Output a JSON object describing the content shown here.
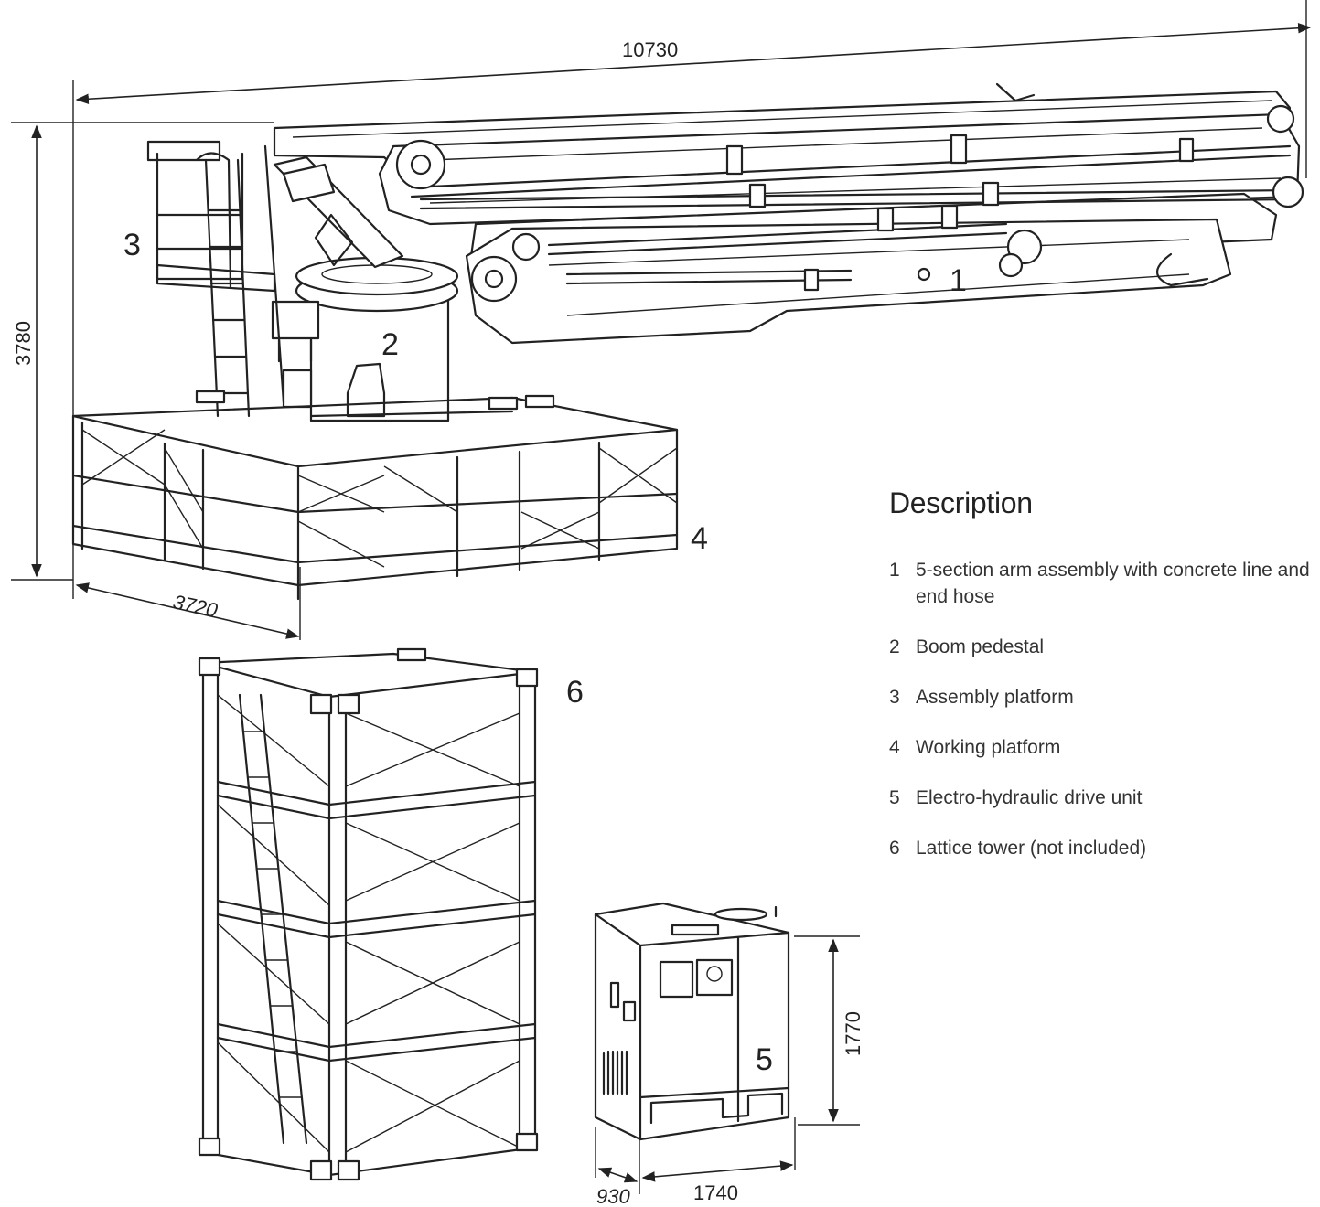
{
  "dimensions": {
    "overall_length": "10730",
    "overall_height": "3780",
    "platform_width": "3720",
    "drive_unit_height": "1770",
    "drive_unit_width": "1740",
    "drive_unit_depth": "930"
  },
  "callouts": [
    "1",
    "2",
    "3",
    "4",
    "5",
    "6"
  ],
  "legend": {
    "title": "Description",
    "items": [
      {
        "num": "1",
        "text": "5-section arm assembly with concrete line and end hose"
      },
      {
        "num": "2",
        "text": "Boom pedestal"
      },
      {
        "num": "3",
        "text": "Assembly platform"
      },
      {
        "num": "4",
        "text": "Working platform"
      },
      {
        "num": "5",
        "text": "Electro-hydraulic drive unit"
      },
      {
        "num": "6",
        "text": "Lattice tower (not included)"
      }
    ]
  }
}
